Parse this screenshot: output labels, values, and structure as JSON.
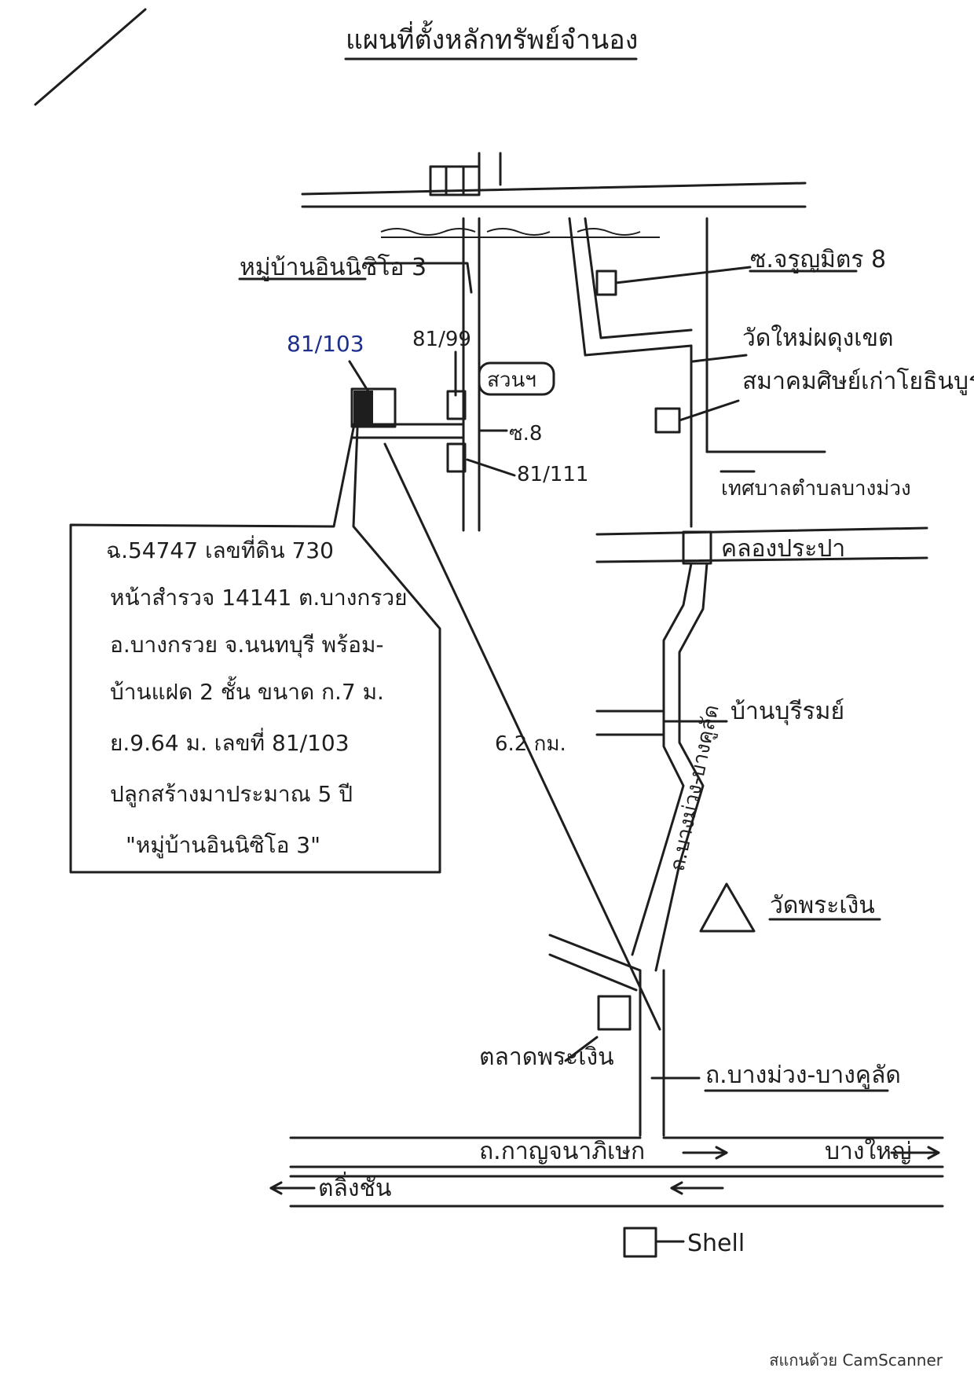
{
  "title": "แผนที่ตั้งหลักทรัพย์จำนอง",
  "labels": {
    "village_top": "หมู่บ้านอินนิซิโอ 3",
    "unit_81_103_top": "81/103",
    "unit_81_99": "81/99",
    "suan": "สวนฯ",
    "soi_8": "ซ.8",
    "unit_81_111": "81/111",
    "soi_junction_8": "ซ.จรูญมิตร 8",
    "wat_lamphak": "วัดใหม่ผดุงเขต",
    "elderly_assoc": "สมาคมศิษย์เก่าโยธินบูรณะ",
    "sao_bangmuang": "เทศบาลตำบลบางม่วง",
    "canal": "คลองประปา",
    "ban_burirom": "บ้านบุรีรมย์",
    "distance": "6.2 กม.",
    "road_bangmuang_bangkruai_v": "ถ.บางม่วง-บางคูลัด",
    "wat_phra_ngoen": "วัดพระเงิน",
    "talad_phra_ngoen": "ตลาดพระเงิน",
    "road_bangmuang_bangkulat": "ถ.บางม่วง-บางคูลัด",
    "road_kanchanaphisek": "ถ.กาญจนาภิเษก",
    "bang_yai": "บางใหญ่",
    "taling_chan": "ตลิ่งชัน",
    "shell": "Shell"
  },
  "info_box": {
    "lines": [
      "ฉ.54747 เลขที่ดิน 730",
      "หน้าสำรวจ 14141 ต.บางกรวย",
      "อ.บางกรวย จ.นนทบุรี พร้อม-",
      "บ้านแฝด 2 ชั้น ขนาด ก.7 ม.",
      "ย.9.64 ม. เลขที่ 81/103",
      "ปลูกสร้างมาประมาณ 5 ปี",
      "\"หมู่บ้านอินนิซิโอ 3\""
    ]
  },
  "footer": "สแกนด้วย CamScanner",
  "colors": {
    "ink": "#1e1e1e",
    "blue_ink": "#1d2f8a",
    "paper": "#ffffff"
  }
}
